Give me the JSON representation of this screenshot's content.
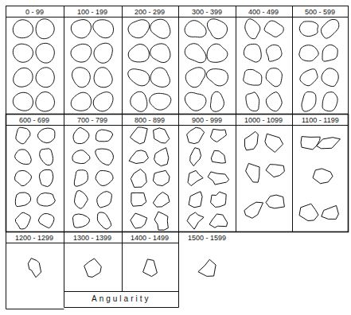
{
  "diagram": {
    "labels": [
      "0 - 99",
      "100 - 199",
      "200 - 299",
      "300 - 399",
      "400 - 499",
      "500 - 599",
      "600 - 699",
      "700 - 799",
      "800 - 899",
      "900 - 999",
      "1000 - 1099",
      "1100 - 1199",
      "1200 - 1299",
      "1300 - 1399",
      "1400 - 1499",
      "1500 - 1599",
      "Angularity"
    ]
  }
}
